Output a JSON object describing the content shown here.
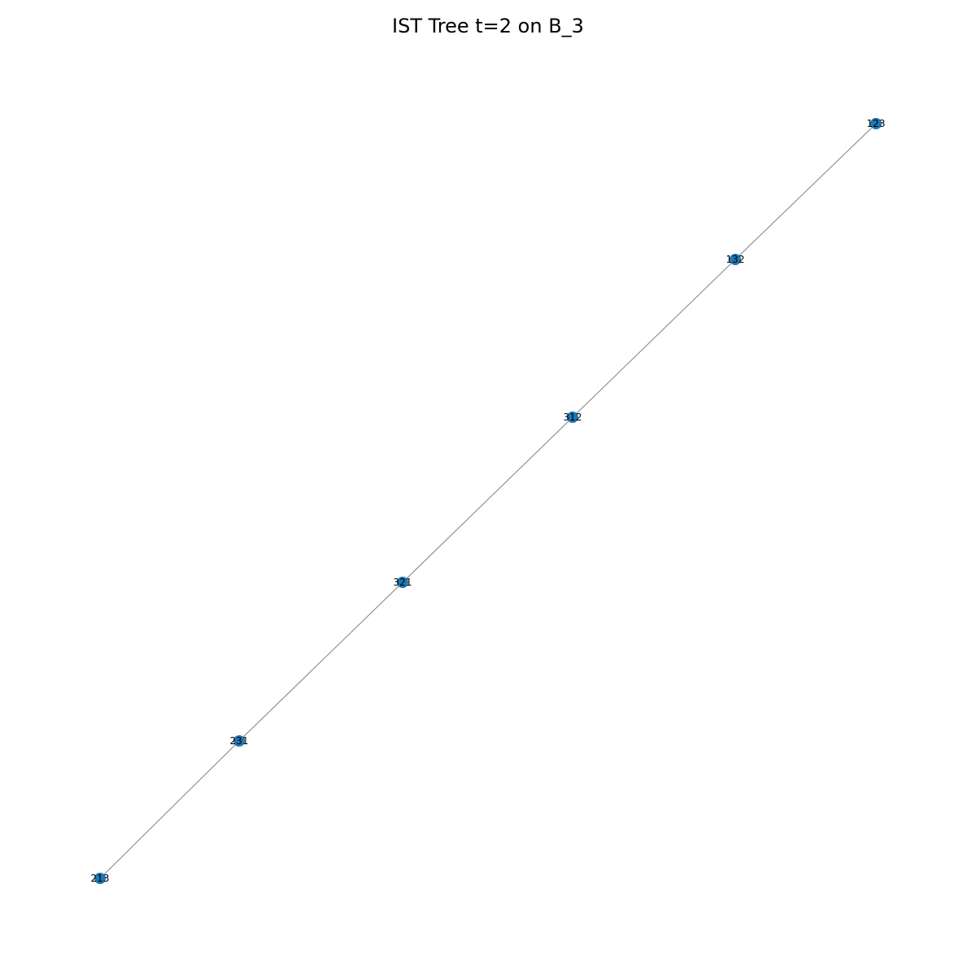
{
  "title": "IST Tree t=2 on B_3",
  "colors": {
    "node_fill": "#1f77b4",
    "edge_stroke": "#808080",
    "label_text": "#000000",
    "background": "#ffffff"
  },
  "nodes": [
    {
      "id": "123",
      "label": "123"
    },
    {
      "id": "132",
      "label": "132"
    },
    {
      "id": "312",
      "label": "312"
    },
    {
      "id": "321",
      "label": "321"
    },
    {
      "id": "231",
      "label": "231"
    },
    {
      "id": "213",
      "label": "213"
    }
  ],
  "edges": [
    {
      "source": "123",
      "target": "132"
    },
    {
      "source": "132",
      "target": "312"
    },
    {
      "source": "312",
      "target": "321"
    },
    {
      "source": "321",
      "target": "231"
    },
    {
      "source": "231",
      "target": "213"
    }
  ]
}
